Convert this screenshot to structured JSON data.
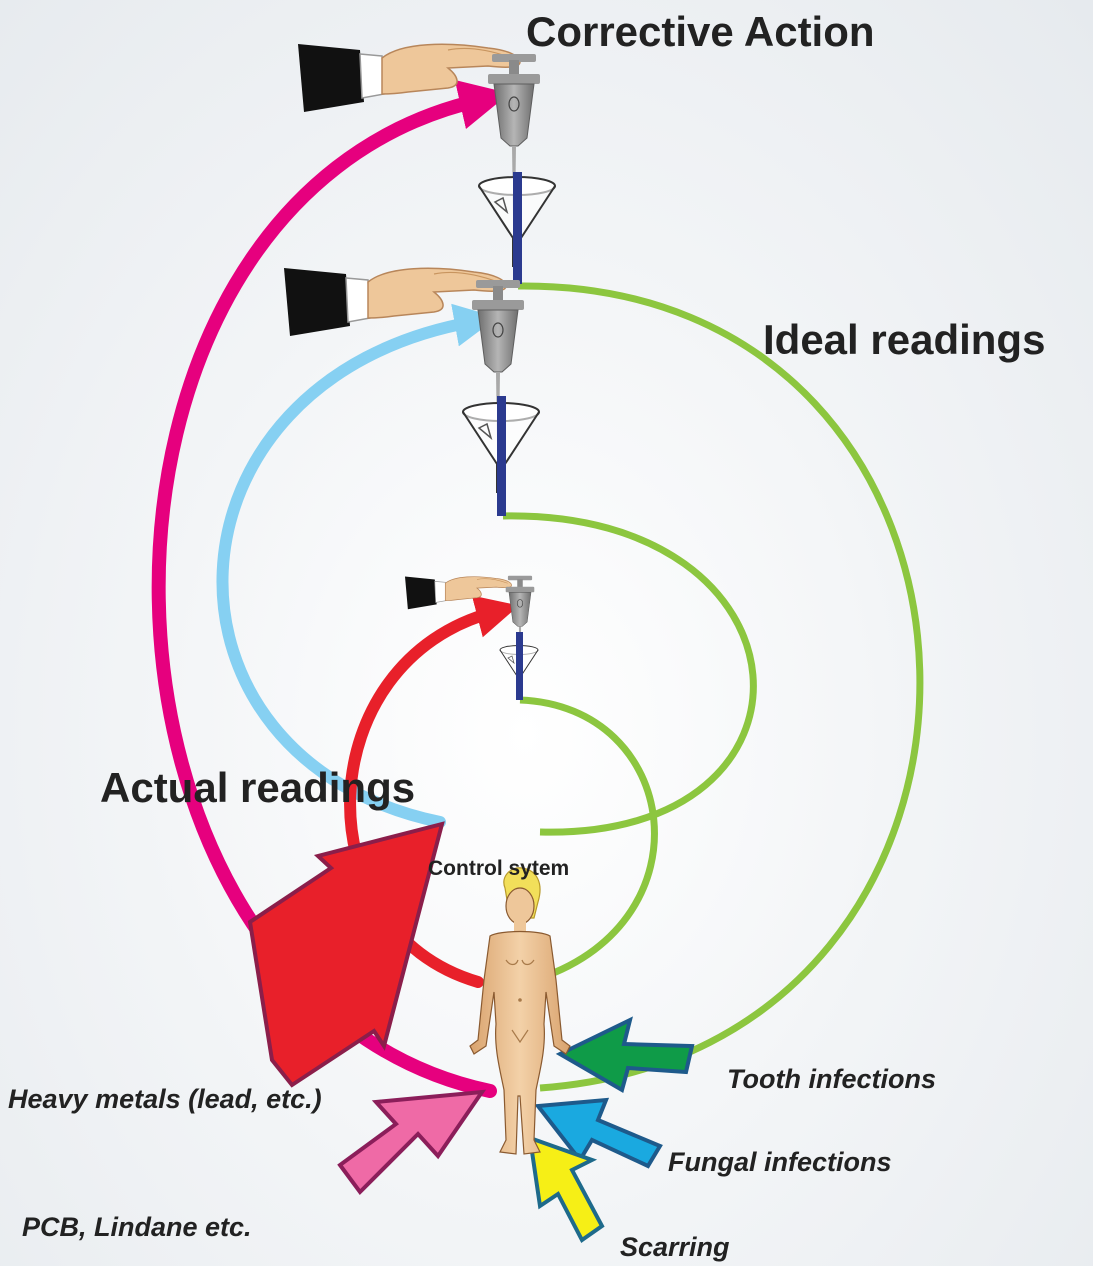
{
  "labels": {
    "corrective_action": "Corrective Action",
    "ideal_readings": "Ideal readings",
    "actual_readings": "Actual readings",
    "control_system": "Control sytem"
  },
  "influences": {
    "heavy_metals": "Heavy metals (lead, etc.)",
    "pcb": "PCB, Lindane etc.",
    "tooth": "Tooth infections",
    "fungal": "Fungal infections",
    "scarring": "Scarring"
  },
  "colors": {
    "magenta_loop": "#e6007e",
    "blue_loop": "#86d0f2",
    "red_loop": "#e8202a",
    "green_loop": "#8cc63f",
    "heavy_metals_arrow": "#e8202a",
    "pcb_arrow": "#ef6aa6",
    "tooth_arrow": "#0f9b48",
    "fungal_arrow": "#1aa9e0",
    "scarring_arrow": "#f6ef16",
    "syringe": "#8f8f8f",
    "probe": "#2b3a8f",
    "skin": "#eec79a"
  },
  "icons": [
    "hand-icon",
    "syringe-icon",
    "funnel-icon",
    "probe-icon",
    "human-figure-icon"
  ]
}
